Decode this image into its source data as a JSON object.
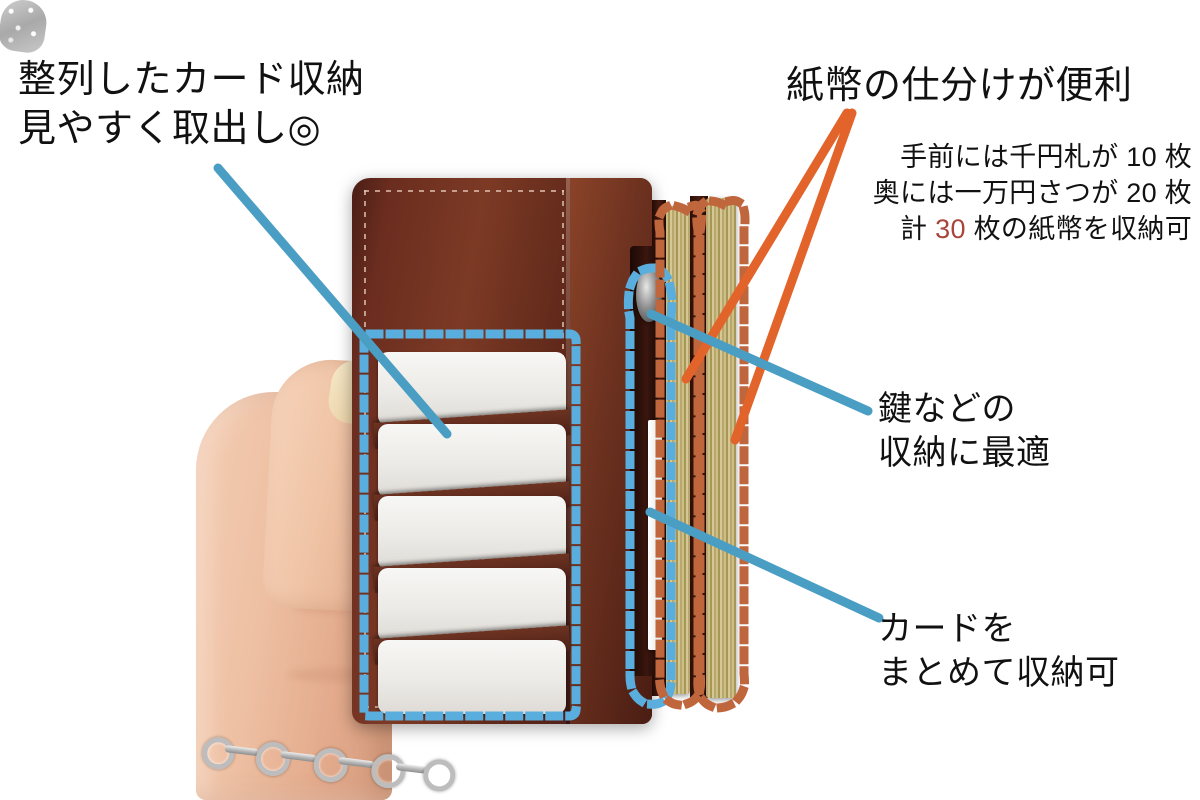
{
  "image": {
    "kind": "product-photo-annotation",
    "subject": "brown leather long wallet held in a hand",
    "background_color": "#ffffff"
  },
  "colors": {
    "blue_annotation": "#4a9ec4",
    "blue_dotted": "#5aaedd",
    "orange_annotation": "#e2642a",
    "orange_dotted": "#c0663c",
    "text": "#111111",
    "highlight_number": "#a8453c",
    "leather_dark": "#4a1e16",
    "leather_mid": "#7c3a25",
    "card_white": "#f3f2ef",
    "banknote": "#c0b27d",
    "skin": "#eec0a3",
    "metal": "#bdbdbd"
  },
  "annotations": {
    "cards_top_left": {
      "line1": "整列したカード収納",
      "line2": "見やすく取出し◎",
      "color": "#111111",
      "leader_color": "#4a9ec4"
    },
    "bills_top_right": {
      "line1": "紙幣の仕分けが便利",
      "color": "#111111",
      "leader_color": "#e2642a"
    },
    "bills_detail": {
      "line1": "手前には千円札が 10 枚",
      "line2": "奥には一万円さつが 20 枚",
      "line3_prefix": "計 ",
      "line3_count": "30",
      "line3_suffix": " 枚の紙幣を収納可",
      "highlight_color": "#a8453c"
    },
    "keys_right": {
      "line1": "鍵などの",
      "line2": "収納に最適",
      "color": "#111111",
      "leader_color": "#4a9ec4"
    },
    "cards_bottom_right": {
      "line1": "カードを",
      "line2": "まとめて収納可",
      "color": "#111111",
      "leader_color": "#4a9ec4"
    }
  },
  "highlight_regions": [
    {
      "name": "card-slot-region",
      "style": "blue-dotted-rectangle",
      "color": "#5aaedd"
    },
    {
      "name": "key-ring-region",
      "style": "blue-dotted-outline",
      "color": "#5aaedd"
    },
    {
      "name": "bill-compartment-1",
      "style": "orange-dotted-outline",
      "color": "#c0663c"
    },
    {
      "name": "bill-compartment-2",
      "style": "orange-dotted-outline",
      "color": "#c0663c"
    }
  ],
  "product_features": {
    "card_slots_visible": 5,
    "thousand_yen_notes": "10 枚",
    "ten_thousand_yen_notes": "20 枚",
    "total_notes": "30 枚"
  }
}
